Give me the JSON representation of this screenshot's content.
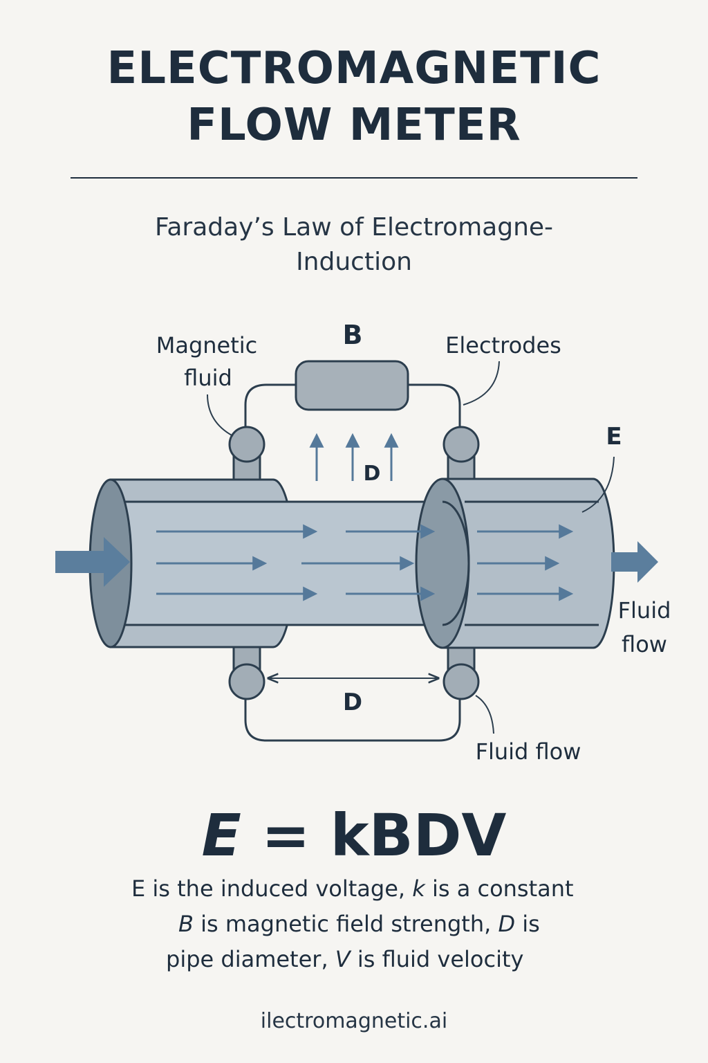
{
  "header": {
    "title_line1": "ELECTROMAGNETIC",
    "title_line2": "FLOW METER",
    "subtitle_line1": "Faraday’s Law of Electromagne-",
    "subtitle_line2": "Induction"
  },
  "diagram": {
    "label_b": "B",
    "label_magnetic_fluid_line1": "Magnetic",
    "label_magnetic_fluid_line2": "fluid",
    "label_electrodes": "Electrodes",
    "label_e": "E",
    "label_d_field": "D",
    "label_d_diameter": "D",
    "label_fluid_flow_right_line1": "Fluid",
    "label_fluid_flow_right_line2": "flow",
    "label_fluid_flow_bottom": "Fluid flow",
    "colors": {
      "pipe_fill": "#b7c3cd",
      "pipe_dark": "#7e8f9c",
      "outline": "#2c3e4e",
      "arrow": "#55799a",
      "flow_arrow": "#5b7e9d",
      "meter_box": "#a7b1b9"
    }
  },
  "formula": {
    "lhs": "E",
    "rhs": " = kBDV"
  },
  "description": {
    "line1_a": "E is the induced voltage, ",
    "line1_k": "k",
    "line1_b": " is a constant",
    "line2_B": "B",
    "line2_a": " is magnetic field strength, ",
    "line2_D": "D",
    "line2_b": " is",
    "line3_a": "pipe diameter, ",
    "line3_V": "V",
    "line3_b": " is fluid velocity"
  },
  "footer": {
    "text": "ilectromagnetic.ai"
  }
}
